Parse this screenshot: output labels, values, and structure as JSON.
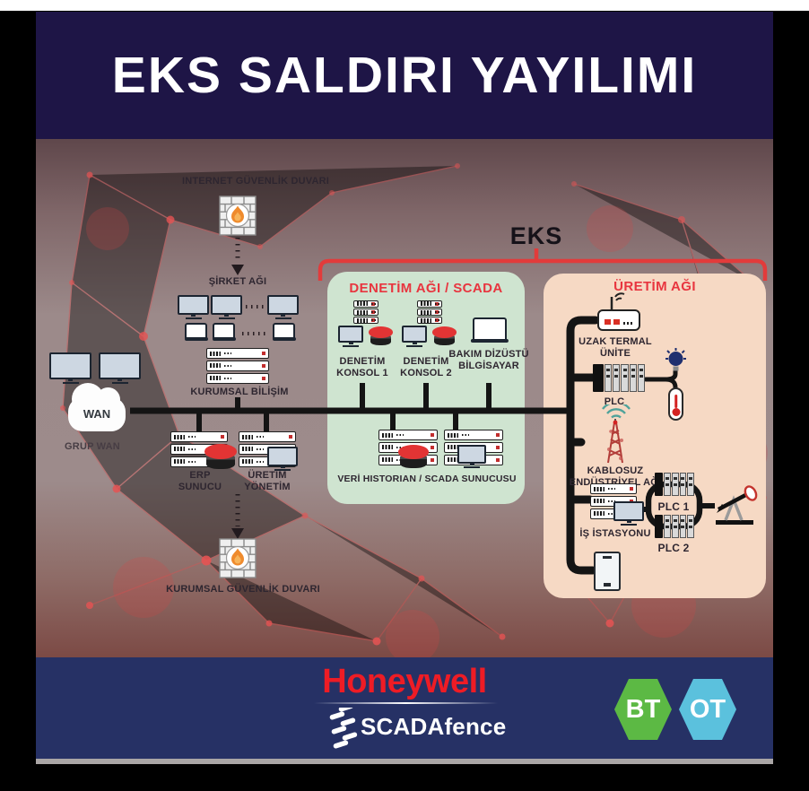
{
  "header": {
    "title": "EKS SALDIRI YAYILIMI"
  },
  "it_zone": {
    "internet_firewall_label": "INTERNET GÜVENLİK DUVARI",
    "company_network_label": "ŞİRKET AĞI",
    "corporate_it_label": "KURUMSAL BİLİŞİM",
    "wan_label": "WAN",
    "group_wan_label": "GRUP WAN",
    "erp_label": "ERP SUNUCU",
    "production_mgmt_label": "ÜRETİM YÖNETİM",
    "corporate_firewall_label": "KURUMSAL GÜVENLİK DUVARI"
  },
  "eks": {
    "label": "EKS"
  },
  "scada_box": {
    "title": "DENETİM AĞI / SCADA",
    "konsol1_label": "DENETİM KONSOL 1",
    "konsol2_label": "DENETİM KONSOL 2",
    "bakim_label": "BAKIM DİZÜSTÜ BİLGİSAYAR",
    "historian_label": "VERİ HISTORIAN / SCADA SUNUCUSU"
  },
  "uretim_box": {
    "title": "ÜRETİM AĞI",
    "rtu_label": "UZAK TERMAL ÜNİTE",
    "plc_label": "PLC",
    "wireless_label": "KABLOSUZ ENDÜSTRİYEL AĞI",
    "workstation_label": "İŞ İSTASYONU",
    "plc1_label": "PLC 1",
    "plc2_label": "PLC 2"
  },
  "footer": {
    "honeywell": "Honeywell",
    "scadafence": "SCADAfence",
    "bt": "BT",
    "ot": "OT"
  },
  "colors": {
    "header_bg": "#1e1546",
    "footer_bg": "#263165",
    "accent_red": "#e8353f",
    "bracket_red": "#e23b3b",
    "honeywell_red": "#ee1c25",
    "bt_green": "#5cb944",
    "ot_teal": "#5bc1dd",
    "line_black": "#141414",
    "scada_box": "#cfe4d0",
    "uretim_box": "#f6d9c4",
    "db_red": "#e23434"
  }
}
